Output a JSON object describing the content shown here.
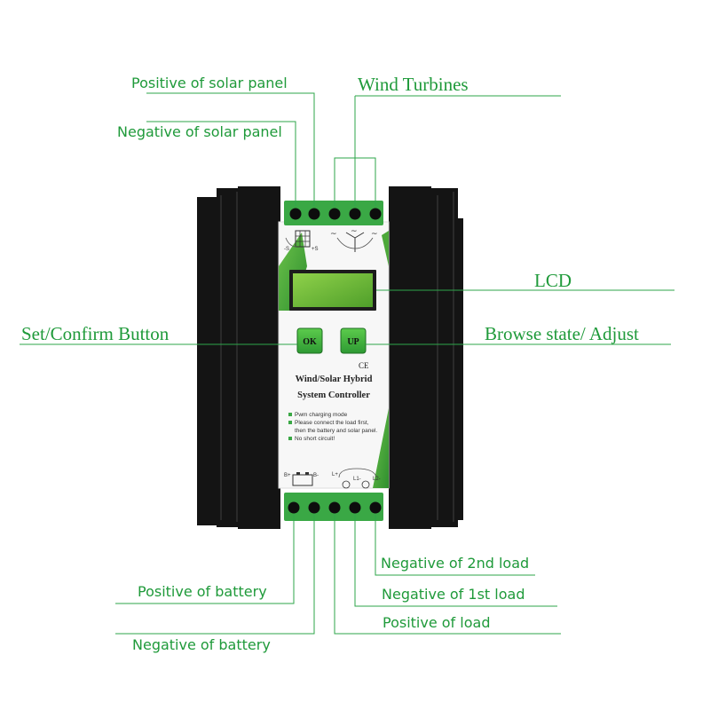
{
  "callouts": {
    "pos_solar": "Positive of solar panel",
    "neg_solar": "Negative of solar panel",
    "wind": "Wind Turbines",
    "lcd": "LCD",
    "set_confirm": "Set/Confirm Button",
    "browse": "Browse state/ Adjust",
    "neg_2nd_load": "Negative of 2nd load",
    "neg_1st_load": "Negative of 1st load",
    "pos_load": "Positive of load",
    "pos_battery": "Positive of battery",
    "neg_battery": "Negative of battery"
  },
  "panel": {
    "title_line1": "Wind/Solar Hybrid",
    "title_line2": "System Controller",
    "ce_mark": "CE",
    "btn_ok": "OK",
    "btn_up": "UP",
    "solar_neg": "-S",
    "solar_pos": "+S",
    "wind_ac": "~",
    "bat_pos": "B+",
    "bat_neg": "B-",
    "load_pos": "L+",
    "load_1": "L1-",
    "load_2": "L2-",
    "notes": [
      "Pwm charging mode",
      "Please connect the load first,",
      "then the battery and solar panel.",
      "No short circuit!"
    ]
  },
  "colors": {
    "label_green": "#1f9a3a",
    "terminal_green": "#3aa845",
    "heatsink": "#141414"
  }
}
